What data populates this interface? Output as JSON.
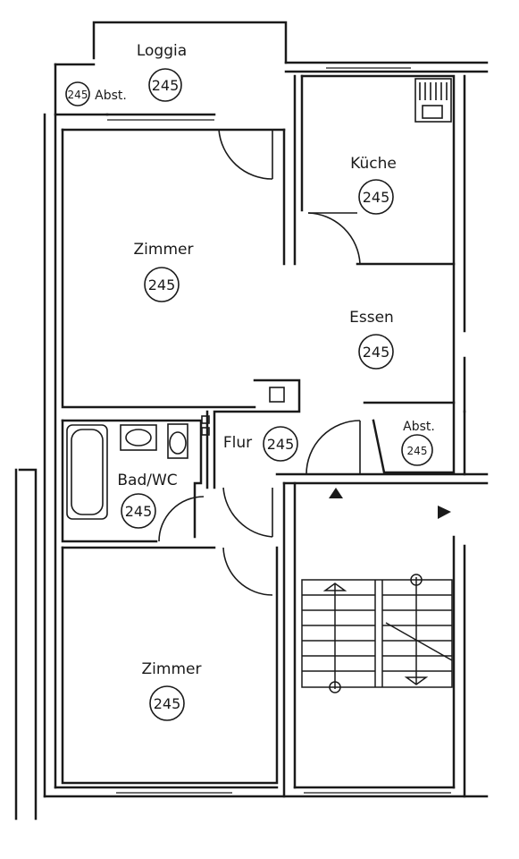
{
  "rooms": {
    "loggia": {
      "name": "Loggia",
      "height": "245"
    },
    "abst_loggia": {
      "name": "Abst.",
      "height": "245"
    },
    "kueche": {
      "name": "Küche",
      "height": "245"
    },
    "zimmer_top": {
      "name": "Zimmer",
      "height": "245"
    },
    "essen": {
      "name": "Essen",
      "height": "245"
    },
    "flur": {
      "name": "Flur",
      "height": "245"
    },
    "abst_right": {
      "name": "Abst.",
      "height": "245"
    },
    "bad_wc": {
      "name": "Bad/WC",
      "height": "245"
    },
    "zimmer_bottom": {
      "name": "Zimmer",
      "height": "245"
    }
  },
  "colors": {
    "ink": "#1a1a1a",
    "background": "#ffffff"
  }
}
